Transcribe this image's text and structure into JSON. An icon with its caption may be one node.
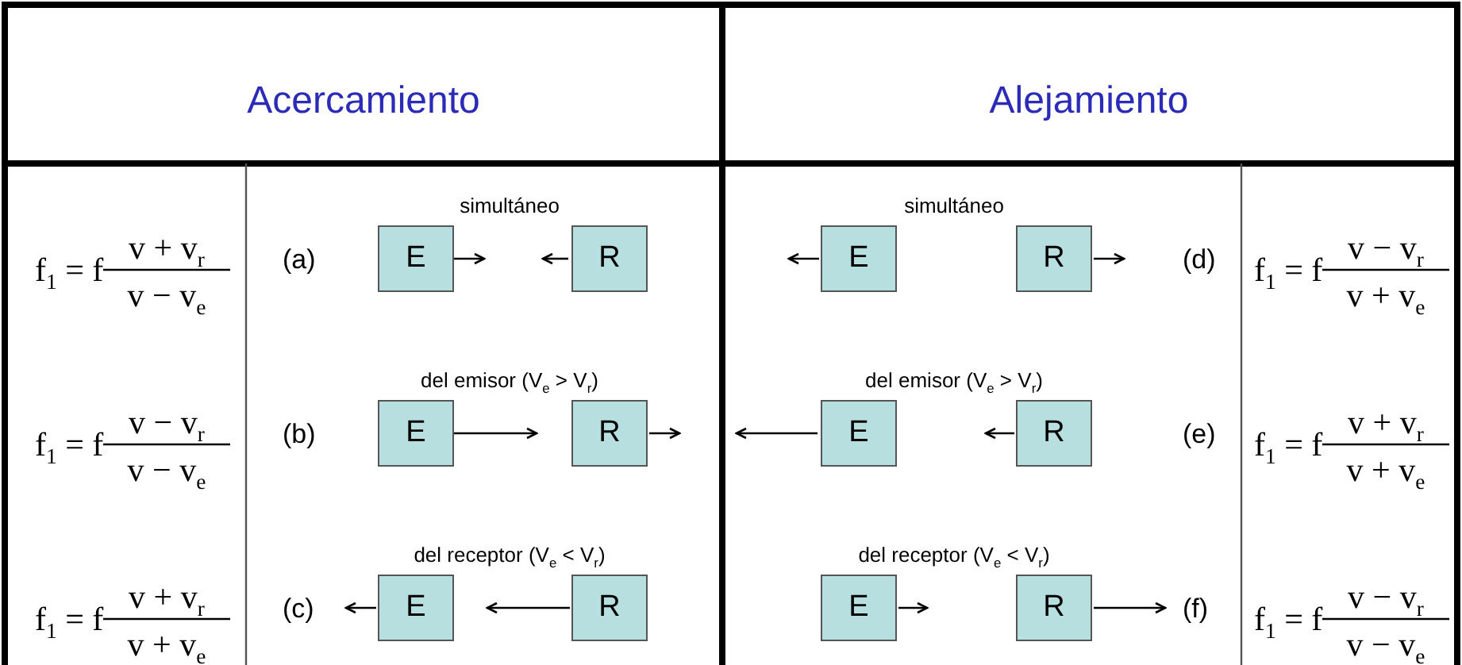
{
  "diagram": {
    "nodes": [
      {
        "text": [
          "E"
        ]
      },
      {
        "text": [
          "R"
        ]
      },
      {
        "text": [
          "E"
        ]
      },
      {
        "text": [
          "R"
        ]
      },
      {
        "text": [
          "E"
        ]
      },
      {
        "text": [
          "R"
        ]
      },
      {
        "text": [
          "E"
        ]
      },
      {
        "text": [
          "R"
        ]
      },
      {
        "text": [
          "E"
        ]
      },
      {
        "text": [
          "R"
        ]
      },
      {
        "text": [
          "E"
        ]
      },
      {
        "text": [
          "R"
        ]
      }
    ],
    "labels": [
      "Acercamiento",
      "Alejamiento",
      "f$_{1}$ = f",
      "v + v$_{r}$",
      "v − v$_{e}$",
      "(a)",
      "simultáneo",
      "simultáneo",
      "(d)",
      "f$_{1}$ = f",
      "v − v$_{r}$",
      "v + v$_{e}$",
      "del emisor (V$_{e}$ > V$_{r}$)",
      "del emisor (V$_{e}$ > V$_{r}$)",
      "f$_{1}$ = f",
      "v − v$_{r}$",
      "v − v$_{e}$",
      "(b)",
      "(e)",
      "f$_{1}$ = f",
      "v + v$_{r}$",
      "v + v$_{e}$",
      "del receptor (V$_{e}$ < V$_{r}$)",
      "del receptor (V$_{e}$ < V$_{r}$)",
      "f$_{1}$ = f",
      "v + v$_{r}$",
      "v + v$_{e}$",
      "(c)",
      "(f)",
      "f$_{1}$ = f",
      "v − v$_{r}$",
      "v − v$_{e}$"
    ]
  }
}
